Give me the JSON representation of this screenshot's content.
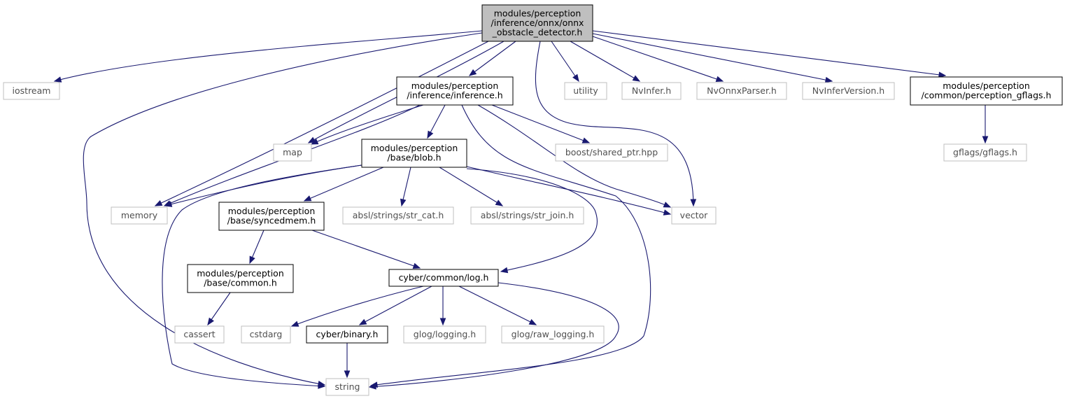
{
  "colors": {
    "edge": "#191970",
    "root_fill": "#bfbfbf",
    "ext_border": "#bfbfbf",
    "doc_border": "#000000"
  },
  "nodes": [
    {
      "id": "root",
      "kind": "root",
      "lines": [
        "modules/perception",
        "/inference/onnx/onnx",
        "_obstacle_detector.h"
      ]
    },
    {
      "id": "iostream",
      "kind": "ext",
      "lines": [
        "iostream"
      ]
    },
    {
      "id": "inference",
      "kind": "doc",
      "lines": [
        "modules/perception",
        "/inference/inference.h"
      ]
    },
    {
      "id": "utility",
      "kind": "ext",
      "lines": [
        "utility"
      ]
    },
    {
      "id": "nvinfer",
      "kind": "ext",
      "lines": [
        "NvInfer.h"
      ]
    },
    {
      "id": "nvonnx",
      "kind": "ext",
      "lines": [
        "NvOnnxParser.h"
      ]
    },
    {
      "id": "nvinferver",
      "kind": "ext",
      "lines": [
        "NvInferVersion.h"
      ]
    },
    {
      "id": "gflagsh",
      "kind": "doc",
      "lines": [
        "modules/perception",
        "/common/perception_gflags.h"
      ]
    },
    {
      "id": "map",
      "kind": "ext",
      "lines": [
        "map"
      ]
    },
    {
      "id": "blob",
      "kind": "doc",
      "lines": [
        "modules/perception",
        "/base/blob.h"
      ]
    },
    {
      "id": "boost",
      "kind": "ext",
      "lines": [
        "boost/shared_ptr.hpp"
      ]
    },
    {
      "id": "gflags",
      "kind": "ext",
      "lines": [
        "gflags/gflags.h"
      ]
    },
    {
      "id": "memory",
      "kind": "ext",
      "lines": [
        "memory"
      ]
    },
    {
      "id": "syncedmem",
      "kind": "doc",
      "lines": [
        "modules/perception",
        "/base/syncedmem.h"
      ]
    },
    {
      "id": "strcat",
      "kind": "ext",
      "lines": [
        "absl/strings/str_cat.h"
      ]
    },
    {
      "id": "strjoin",
      "kind": "ext",
      "lines": [
        "absl/strings/str_join.h"
      ]
    },
    {
      "id": "vector",
      "kind": "ext",
      "lines": [
        "vector"
      ]
    },
    {
      "id": "common",
      "kind": "doc",
      "lines": [
        "modules/perception",
        "/base/common.h"
      ]
    },
    {
      "id": "log",
      "kind": "doc",
      "lines": [
        "cyber/common/log.h"
      ]
    },
    {
      "id": "cassert",
      "kind": "ext",
      "lines": [
        "cassert"
      ]
    },
    {
      "id": "cstdarg",
      "kind": "ext",
      "lines": [
        "cstdarg"
      ]
    },
    {
      "id": "binary",
      "kind": "doc",
      "lines": [
        "cyber/binary.h"
      ]
    },
    {
      "id": "glog",
      "kind": "ext",
      "lines": [
        "glog/logging.h"
      ]
    },
    {
      "id": "rawlog",
      "kind": "ext",
      "lines": [
        "glog/raw_logging.h"
      ]
    },
    {
      "id": "string",
      "kind": "ext",
      "lines": [
        "string"
      ]
    }
  ],
  "edges": [
    [
      "root",
      "iostream"
    ],
    [
      "root",
      "string"
    ],
    [
      "root",
      "memory"
    ],
    [
      "root",
      "map"
    ],
    [
      "root",
      "inference"
    ],
    [
      "root",
      "vector"
    ],
    [
      "root",
      "utility"
    ],
    [
      "root",
      "nvinfer"
    ],
    [
      "root",
      "nvonnx"
    ],
    [
      "root",
      "nvinferver"
    ],
    [
      "root",
      "gflagsh"
    ],
    [
      "inference",
      "map"
    ],
    [
      "inference",
      "memory"
    ],
    [
      "inference",
      "blob"
    ],
    [
      "inference",
      "boost"
    ],
    [
      "inference",
      "vector"
    ],
    [
      "inference",
      "string"
    ],
    [
      "blob",
      "memory"
    ],
    [
      "blob",
      "string"
    ],
    [
      "blob",
      "syncedmem"
    ],
    [
      "blob",
      "strcat"
    ],
    [
      "blob",
      "strjoin"
    ],
    [
      "blob",
      "vector"
    ],
    [
      "blob",
      "log"
    ],
    [
      "syncedmem",
      "common"
    ],
    [
      "syncedmem",
      "log"
    ],
    [
      "common",
      "cassert"
    ],
    [
      "log",
      "cstdarg"
    ],
    [
      "log",
      "binary"
    ],
    [
      "log",
      "glog"
    ],
    [
      "log",
      "rawlog"
    ],
    [
      "log",
      "string"
    ],
    [
      "binary",
      "string"
    ],
    [
      "gflagsh",
      "gflags"
    ]
  ]
}
